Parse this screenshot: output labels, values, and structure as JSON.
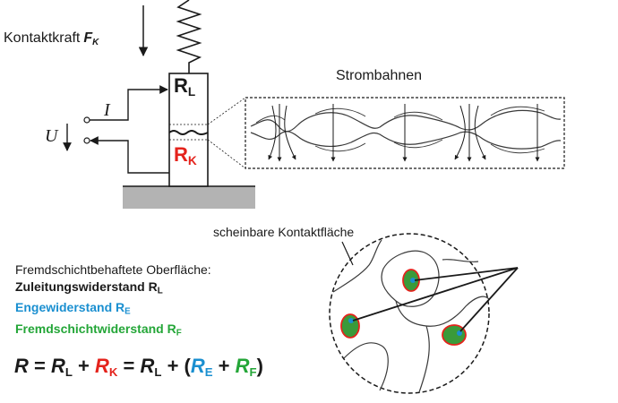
{
  "labels": {
    "force_text": "Kontaktkraft",
    "force_symbol": "F",
    "force_sub": "K",
    "rl_symbol": "R",
    "rl_sub": "L",
    "rk_symbol": "R",
    "rk_sub": "K",
    "current_symbol": "I",
    "voltage_symbol": "U",
    "current_paths": "Strombahnen",
    "apparent_area": "scheinbare Kontaktfläche"
  },
  "legend": {
    "heading": "Fremdschichtbehaftete Oberfläche:",
    "lead_text": "Zuleitungswiderstand R",
    "lead_sub": "L",
    "constriction_text": "Engewiderstand R",
    "constriction_sub": "E",
    "film_text": "Fremdschichtwiderstand R",
    "film_sub": "F"
  },
  "formula": {
    "r": "R",
    "eq1": " = ",
    "rl": "R",
    "rl_sub": "L",
    "plus1": " + ",
    "rk": "R",
    "rk_sub": "K",
    "eq2": " = ",
    "rl2": "R",
    "rl2_sub": "L",
    "plus2": " + (",
    "re": "R",
    "re_sub": "E",
    "plus3": " + ",
    "rf": "R",
    "rf_sub": "F",
    "close": ")"
  },
  "colors": {
    "dark": "#1a1a1a",
    "red": "#e4231c",
    "blue": "#1a8fd0",
    "green": "#24a638",
    "ground": "#b3b3b3"
  }
}
